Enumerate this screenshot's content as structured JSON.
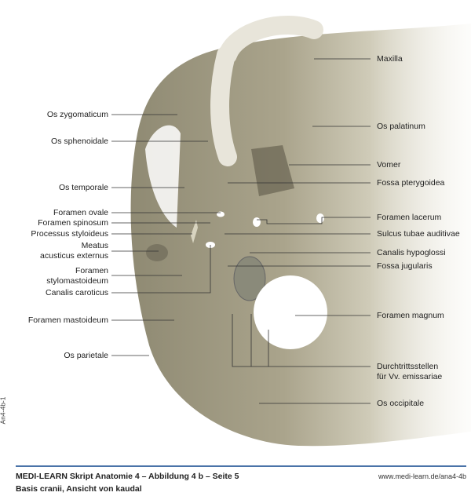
{
  "labels_left": {
    "os_zygomaticum": "Os zygomaticum",
    "os_sphenoidale": "Os sphenoidale",
    "os_temporale": "Os temporale",
    "foramen_ovale": "Foramen ovale",
    "foramen_spinosum": "Foramen spinosum",
    "processus_styloideus": "Processus styloideus",
    "meatus_1": "Meatus",
    "meatus_2": "acusticus externus",
    "stylomastoideum_1": "Foramen",
    "stylomastoideum_2": "stylomastoideum",
    "canalis_caroticus": "Canalis caroticus",
    "foramen_mastoideum": "Foramen mastoideum",
    "os_parietale": "Os parietale"
  },
  "labels_right": {
    "maxilla": "Maxilla",
    "os_palatinum": "Os palatinum",
    "vomer": "Vomer",
    "fossa_pterygoidea": "Fossa pterygoidea",
    "foramen_lacerum": "Foramen lacerum",
    "sulcus_tubae": "Sulcus tubae auditivae",
    "canalis_hypoglossi": "Canalis hypoglossi",
    "fossa_jugularis": "Fossa jugularis",
    "foramen_magnum": "Foramen magnum",
    "emissariae_1": "Durchtrittsstellen",
    "emissariae_2": "für Vv. emissariae",
    "os_occipitale": "Os occipitale"
  },
  "side_code": "An4-4b-1",
  "footer": {
    "title": "MEDI-LEARN Skript Anatomie 4 – Abbildung 4 b – Seite 5",
    "subtitle": "Basis cranii, Ansicht von kaudal",
    "url": "www.medi-learn.de/ana4-4b"
  },
  "colors": {
    "bone": "#a8a28a",
    "bone_light": "#e4e0d0",
    "rule": "#4a73a8"
  }
}
